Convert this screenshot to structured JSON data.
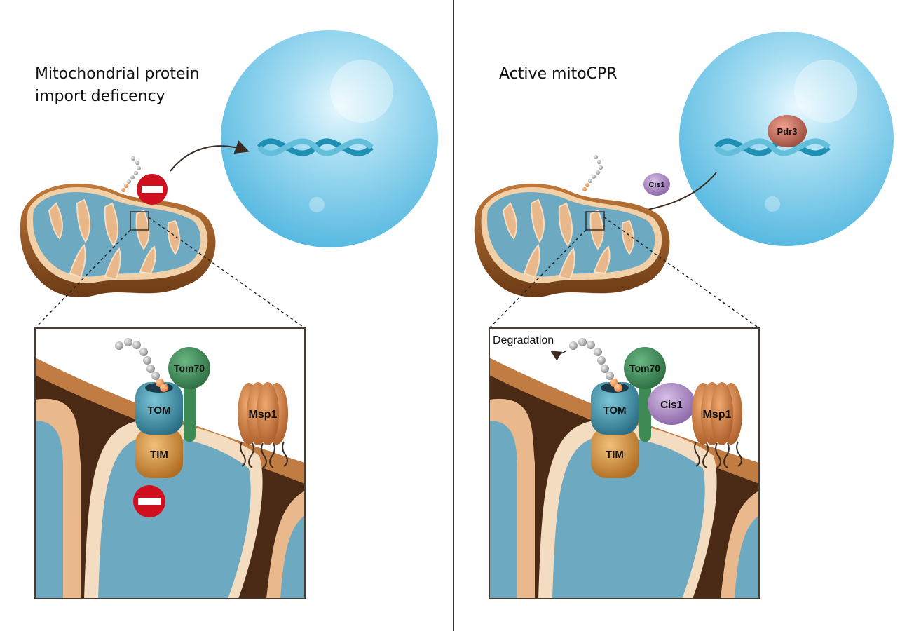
{
  "left_panel": {
    "title_line1": "Mitochondrial protein",
    "title_line2": "import deficency",
    "labels": {
      "tom70": "Tom70",
      "tom": "TOM",
      "tim": "TIM",
      "msp1": "Msp1"
    },
    "icons": [
      "no-entry-icon",
      "no-entry-icon"
    ]
  },
  "right_panel": {
    "title": "Active mitoCPR",
    "labels": {
      "pdr3": "Pdr3",
      "cis1_small": "Cis1",
      "degradation": "Degradation",
      "tom70": "Tom70",
      "tom": "TOM",
      "tim": "TIM",
      "cis1": "Cis1",
      "msp1": "Msp1"
    }
  },
  "colors": {
    "nucleus": "#6cc3e3",
    "matrix": "#6ea9c2",
    "membrane_brown": "#b36a2e",
    "tom": "#3a8aa3",
    "tim": "#d08a3a",
    "tom70": "#3d8a55",
    "msp1": "#d07a3a",
    "cis1": "#a888c0",
    "pdr3": "#c06858",
    "no_entry": "#d0101e"
  }
}
